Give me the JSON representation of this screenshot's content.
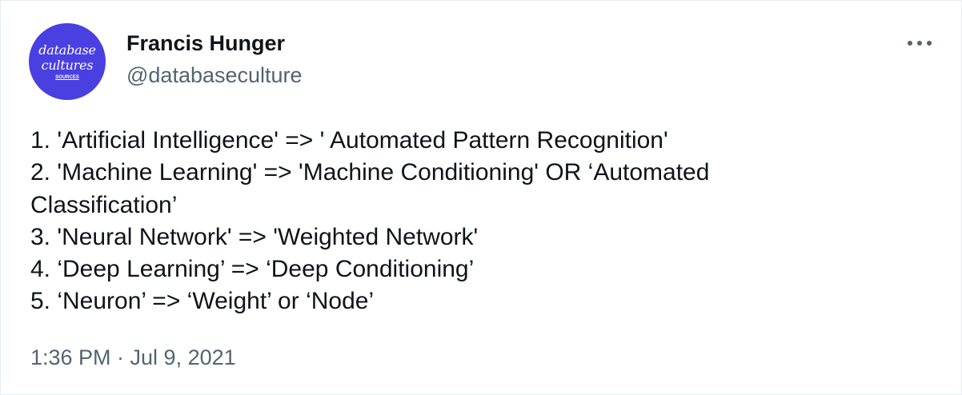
{
  "author": {
    "name": "Francis Hunger",
    "handle": "@databaseculture",
    "avatar": {
      "line1": "database",
      "line2": "cultures",
      "subtitle": "SOURCES",
      "background": "#4a3fe0"
    }
  },
  "menu": {
    "icon": "more-horizontal-icon"
  },
  "tweet": {
    "lines": [
      "1. 'Artificial Intelligence' => ' Automated Pattern Recognition'",
      "2. 'Machine Learning' => 'Machine Conditioning' OR ‘Automated",
      "Classification’",
      "3. 'Neural Network' => 'Weighted Network'",
      "4. ‘Deep Learning’ => ‘Deep Conditioning’",
      "5. ‘Neuron’ => ‘Weight’ or ‘Node’"
    ]
  },
  "timestamp": "1:36 PM · Jul 9, 2021",
  "colors": {
    "text": "#0f1419",
    "secondary": "#536471",
    "border": "#e6ecf0"
  }
}
